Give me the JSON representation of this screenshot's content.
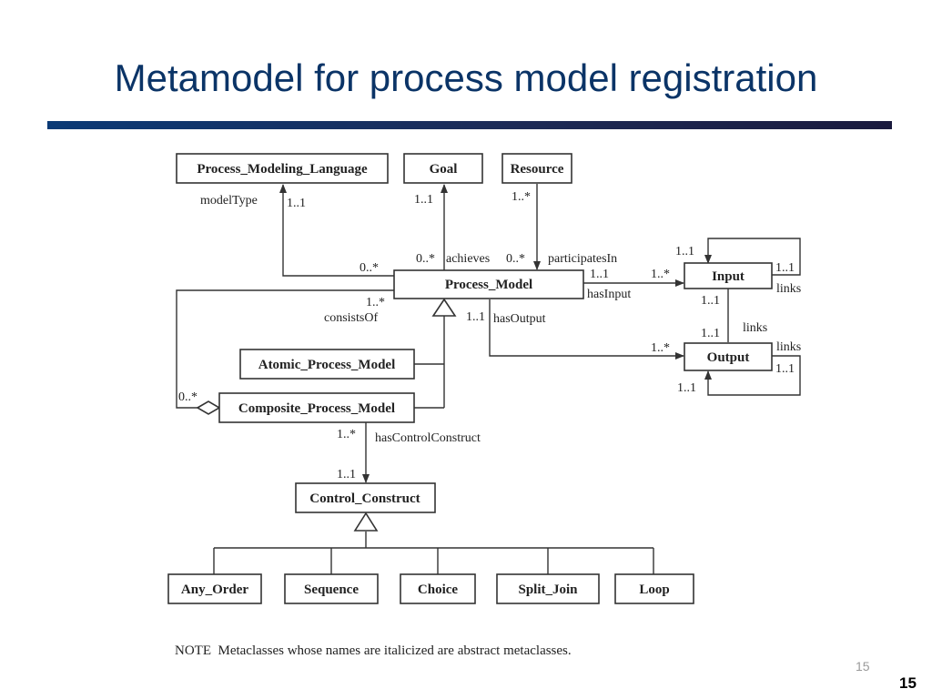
{
  "title": "Metamodel for process model registration",
  "classes": {
    "process_modeling_language": "Process_Modeling_Language",
    "goal": "Goal",
    "resource": "Resource",
    "process_model": "Process_Model",
    "input": "Input",
    "output": "Output",
    "atomic_process_model": "Atomic_Process_Model",
    "composite_process_model": "Composite_Process_Model",
    "control_construct": "Control_Construct",
    "any_order": "Any_Order",
    "sequence": "Sequence",
    "choice": "Choice",
    "split_join": "Split_Join",
    "loop": "Loop"
  },
  "labels": {
    "model_type": "modelType",
    "pml_mult": "1..1",
    "goal_mult": "1..1",
    "resource_mult": "1..*",
    "pm_pml_mult": "0..*",
    "pm_goal_mult": "0..*",
    "achieves": "achieves",
    "pm_resource_mult": "0..*",
    "participates_in": "participatesIn",
    "pm_input_mult": "1..1",
    "input_mult": "1..*",
    "has_input": "hasInput",
    "input_self_mult": "1..1",
    "input_self_mult_right": "1..1",
    "input_links": "links",
    "input_output_mult_top": "1..1",
    "input_output_mult_bottom": "1..1",
    "io_links": "links",
    "output_links": "links",
    "output_self_mult_right": "1..1",
    "output_self_mult_bottom": "1..1",
    "pm_output_mult": "1..1",
    "has_output": "hasOutput",
    "output_mult": "1..*",
    "consists_of_mult": "1..*",
    "consists_of": "consistsOf",
    "composite_mult": "0..*",
    "cpm_cc_mult": "1..*",
    "has_control_construct": "hasControlConstruct",
    "cc_mult": "1..1"
  },
  "note": "NOTE  Metaclasses whose names are italicized are abstract metaclasses.",
  "page_number_small": "15",
  "page_number": "15"
}
